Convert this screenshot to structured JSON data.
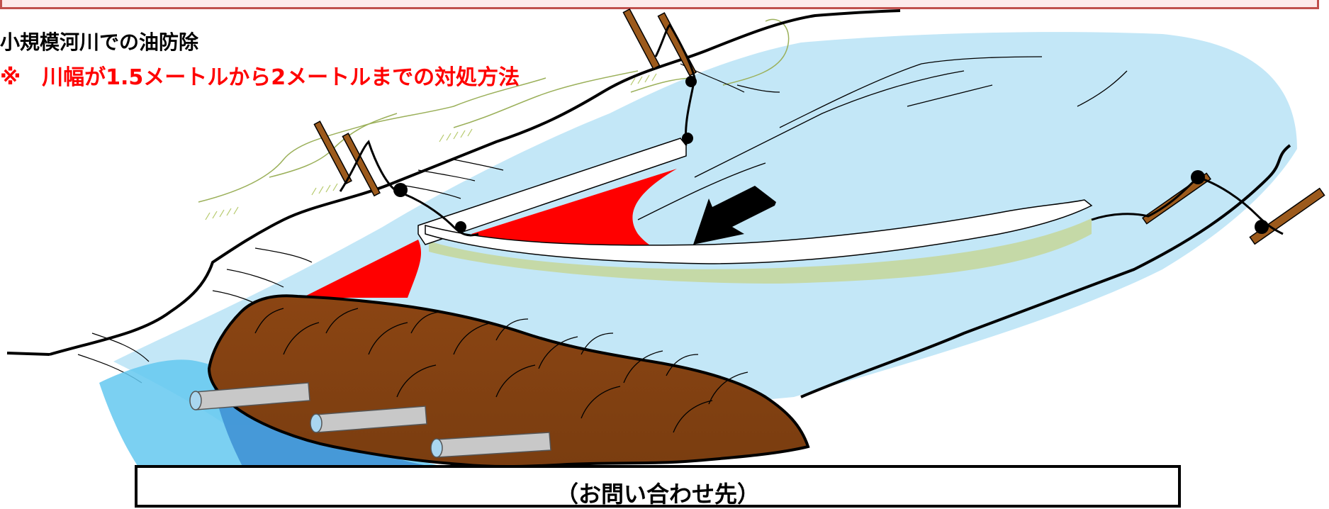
{
  "heading": {
    "title": "小規模河川での油防除",
    "note": "※　川幅が1.5メートルから2メートルまでの対処方法"
  },
  "contact": {
    "label": "（お問い合わせ先）"
  },
  "colors": {
    "water": "#c3e7f7",
    "oil_red": "#ff0000",
    "earth_brown": "#8b4513",
    "stake_brown": "#9c5a1c",
    "boom_shadow": "#c5d9a7",
    "pipe_gray": "#c8c8c8",
    "outflow_blue": "#3d8fd4",
    "banner_border": "#c0504d"
  },
  "icons": {
    "flow_arrow": "arrow-down-left-icon"
  }
}
